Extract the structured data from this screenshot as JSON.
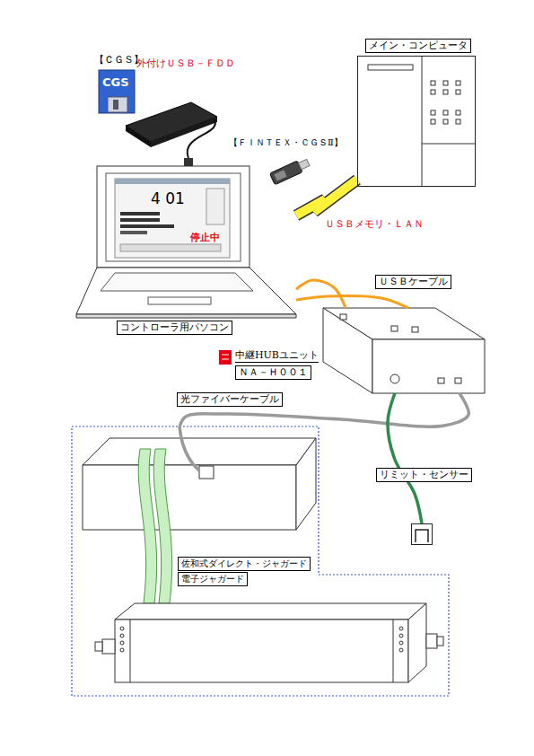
{
  "diagram": {
    "nodes": [
      {
        "text": [
          "【ＣＧＳ】",
          "外付けＵＳＢ－ＦＤＤ"
        ]
      },
      {
        "text": [
          "メイン・コンピュータ"
        ]
      },
      {
        "text": [
          "コントローラ用パソコン"
        ]
      },
      {
        "text": [
          "中継HUBユニット",
          "ＮＡ－Ｈ００１"
        ]
      },
      {
        "text": [
          "佐和式ダイレクト・ジャガード",
          "電子ジャガード"
        ]
      },
      {
        "text": [
          "リミット・センサー"
        ]
      }
    ],
    "edges": [
      {
        "from": 2,
        "to": 3,
        "label": "ＵＳＢケーブル",
        "arrow": "none"
      },
      {
        "from": 3,
        "to": 4,
        "label": "光ファイバーケーブル",
        "arrow": "none"
      },
      {
        "from": 3,
        "to": 5,
        "arrow": "none"
      },
      {
        "from": 2,
        "to": 1,
        "label": "ＵＳＢメモリ・ＬＡＮ",
        "arrow": "none"
      }
    ],
    "labels": [
      "CGS",
      "【ＦＩＮＴＥＸ・ＣＧＳⅡ】",
      "4 01",
      "停止中"
    ]
  }
}
